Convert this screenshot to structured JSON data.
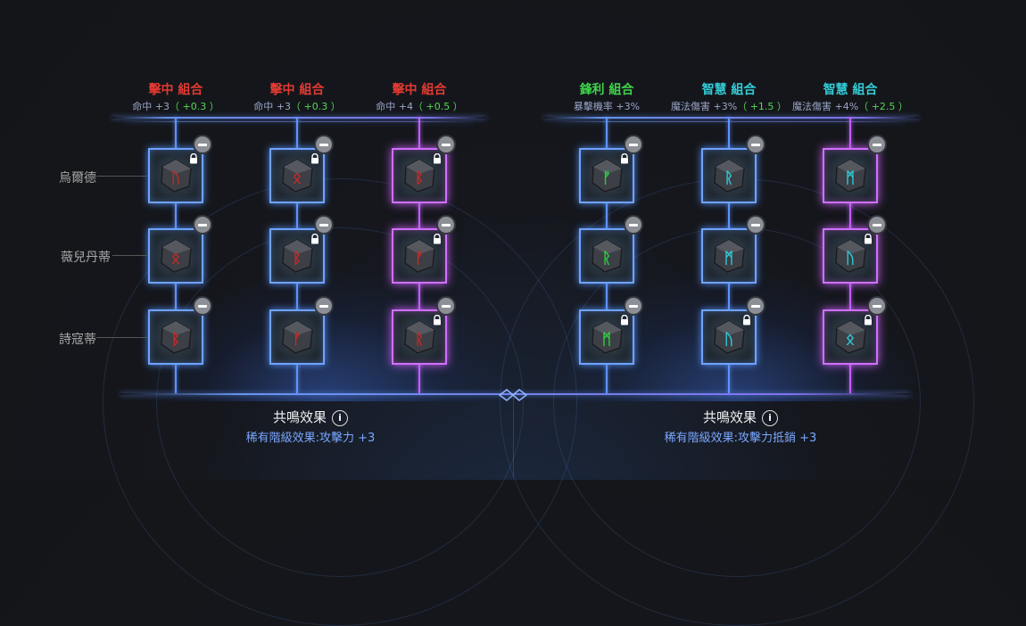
{
  "groups": [
    {
      "columns": [
        {
          "title": "擊中 組合",
          "title_color": "#e23a32",
          "stat": "命中 +3",
          "delta": "（ +0.3 ）",
          "frame": "blue",
          "runes": [
            {
              "color": "#c22a2a",
              "locked": true
            },
            {
              "color": "#c22a2a",
              "locked": false
            },
            {
              "color": "#c22a2a",
              "locked": false
            }
          ]
        },
        {
          "title": "擊中 組合",
          "title_color": "#e23a32",
          "stat": "命中 +3",
          "delta": "（ +0.3 ）",
          "frame": "blue",
          "runes": [
            {
              "color": "#c22a2a",
              "locked": true
            },
            {
              "color": "#c22a2a",
              "locked": true
            },
            {
              "color": "#c22a2a",
              "locked": false
            }
          ]
        },
        {
          "title": "擊中 組合",
          "title_color": "#e23a32",
          "stat": "命中 +4",
          "delta": "（ +0.5 ）",
          "frame": "purple",
          "runes": [
            {
              "color": "#c22a2a",
              "locked": true
            },
            {
              "color": "#c22a2a",
              "locked": true
            },
            {
              "color": "#c22a2a",
              "locked": true
            }
          ]
        }
      ],
      "effect_title": "共鳴效果",
      "effect_desc": "稀有階級效果:攻擊力 +3"
    },
    {
      "columns": [
        {
          "title": "鋒利 組合",
          "title_color": "#3ed44a",
          "stat": "暴擊機率 +3%",
          "delta": "",
          "frame": "blue",
          "runes": [
            {
              "color": "#2ecc40",
              "locked": true
            },
            {
              "color": "#2ecc40",
              "locked": false
            },
            {
              "color": "#2ecc40",
              "locked": true
            }
          ]
        },
        {
          "title": "智慧 組合",
          "title_color": "#33cdd8",
          "stat": "魔法傷害 +3%",
          "delta": "（ +1.5 ）",
          "frame": "blue",
          "runes": [
            {
              "color": "#2ec8d4",
              "locked": false
            },
            {
              "color": "#2ec8d4",
              "locked": false
            },
            {
              "color": "#2ec8d4",
              "locked": true
            }
          ]
        },
        {
          "title": "智慧 組合",
          "title_color": "#33cdd8",
          "stat": "魔法傷害 +4%",
          "delta": "（ +2.5 ）",
          "frame": "purple",
          "runes": [
            {
              "color": "#2ec8d4",
              "locked": false
            },
            {
              "color": "#2ec8d4",
              "locked": true
            },
            {
              "color": "#2ec8d4",
              "locked": true
            }
          ]
        }
      ],
      "effect_title": "共鳴效果",
      "effect_desc": "稀有階級效果:攻擊力抵銷 +3"
    }
  ],
  "row_labels": [
    "烏爾德",
    "薇兒丹蒂",
    "詩寇蒂"
  ],
  "info_icon": "info-icon",
  "lock_icon": "lock-icon",
  "remove_icon": "minus-icon"
}
